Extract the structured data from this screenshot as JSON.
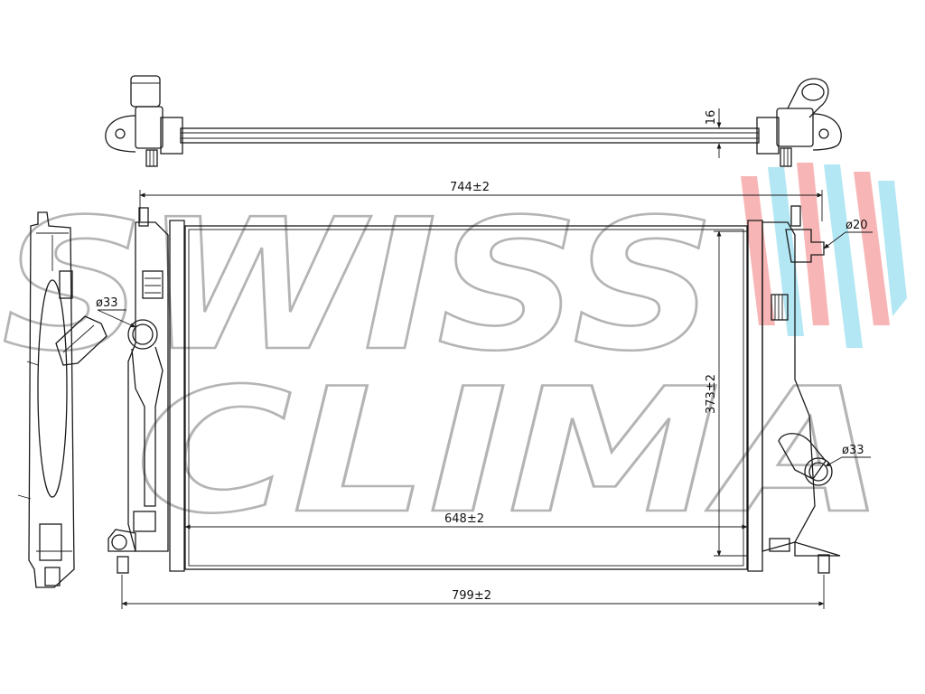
{
  "watermark": {
    "line1": "SWISS",
    "line2": "CLIMA",
    "color": "#b4b4b4",
    "accent_red": "#f7a9a9",
    "accent_cyan": "#a6e3f3"
  },
  "dimensions": {
    "overall_width": "799±2",
    "core_width": "648±2",
    "top_width": "744±2",
    "core_height": "373±2",
    "top_depth": "16",
    "inlet_diameter": "ø33",
    "outlet_diameter": "ø33",
    "small_pipe_diameter": "ø20"
  }
}
